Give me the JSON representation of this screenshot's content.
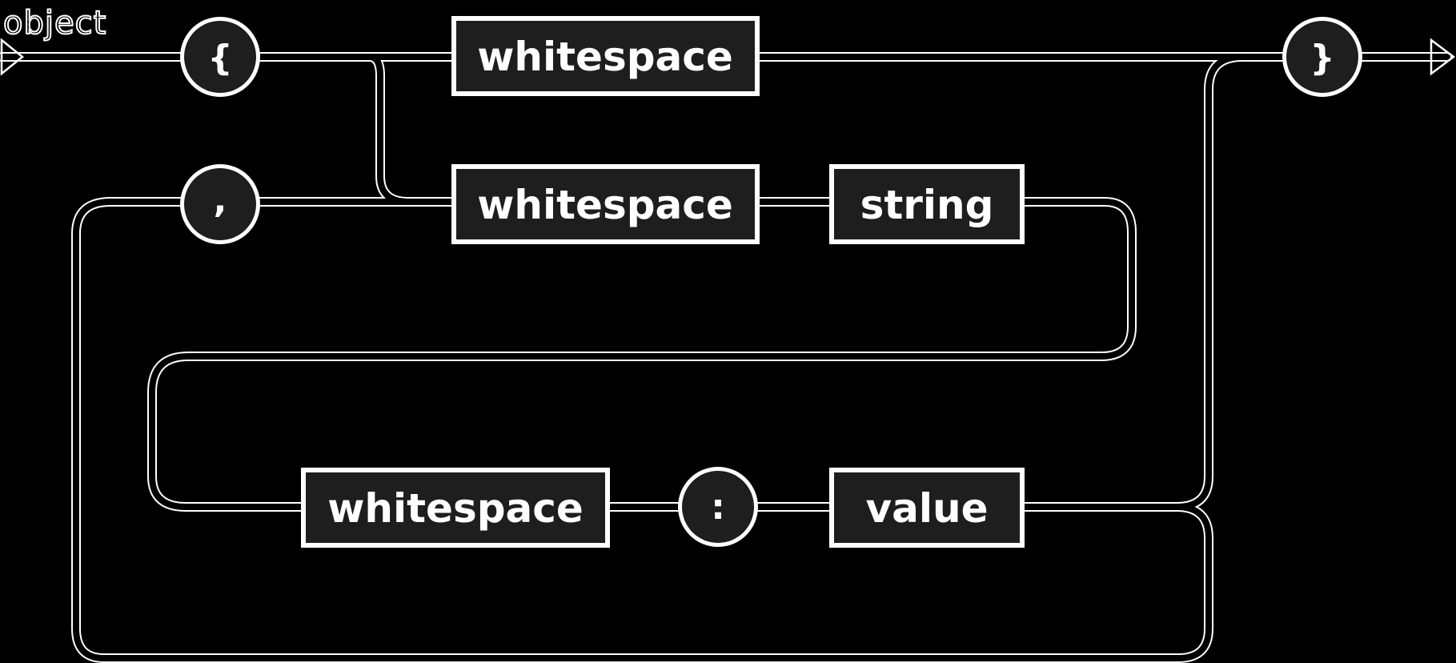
{
  "title": "object",
  "terminals": {
    "open_brace": "{",
    "close_brace": "}",
    "comma": ",",
    "colon": ":"
  },
  "nonterminals": {
    "whitespace_top": "whitespace",
    "whitespace_middle": "whitespace",
    "string": "string",
    "whitespace_bottom": "whitespace",
    "value": "value"
  },
  "colors": {
    "background": "#000000",
    "node_fill": "#1e1e1e",
    "stroke": "#ffffff"
  }
}
